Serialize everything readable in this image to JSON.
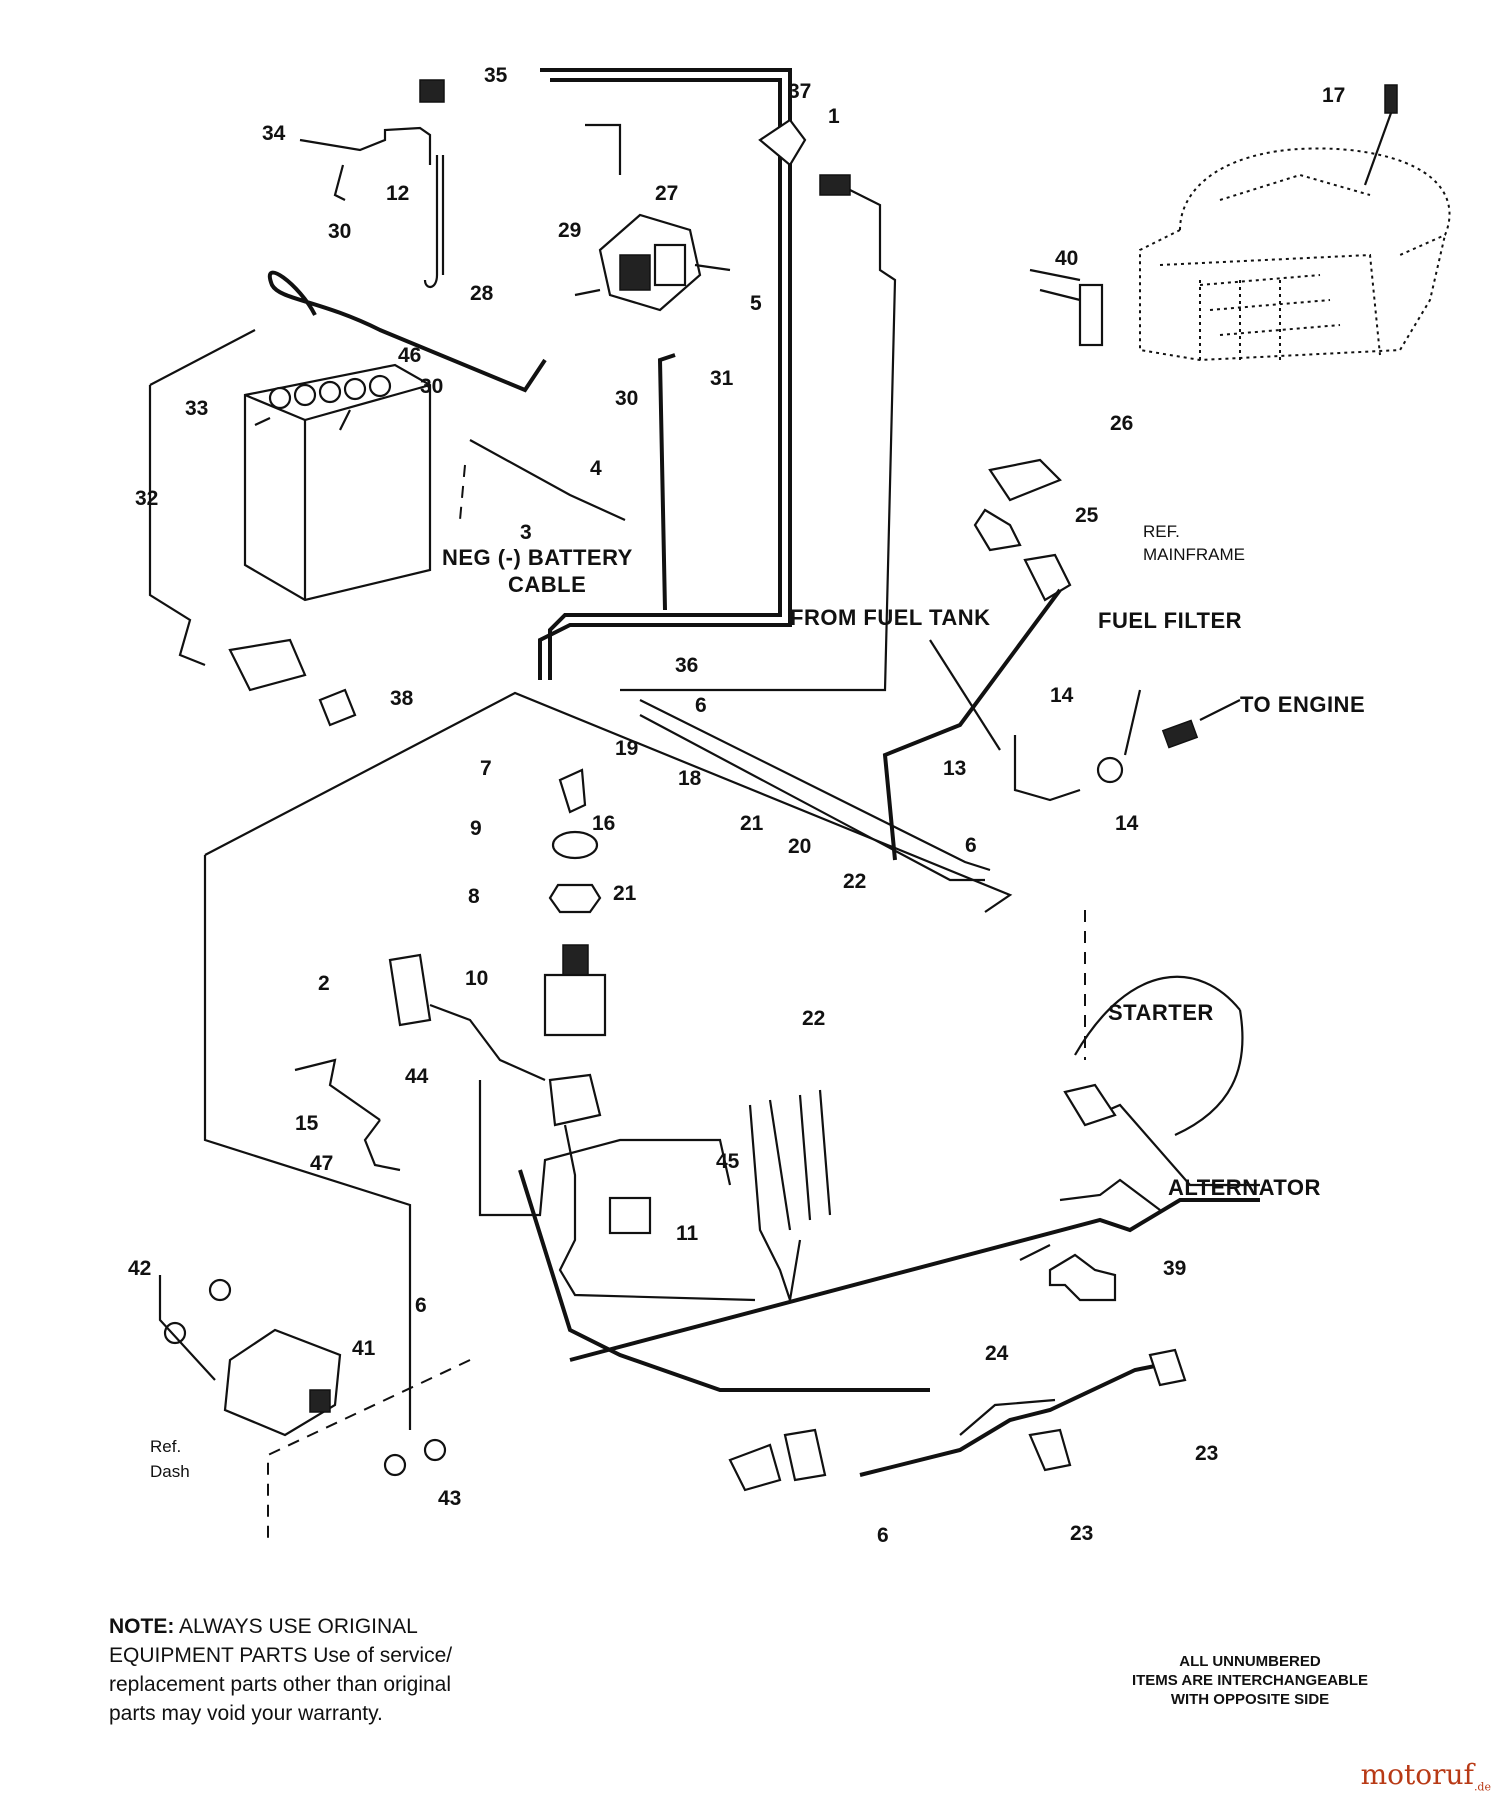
{
  "callouts": {
    "c35": "35",
    "c34": "34",
    "c12": "12",
    "c30a": "30",
    "c46": "46",
    "c28": "28",
    "c29": "29",
    "c27": "27",
    "c5": "5",
    "c31": "31",
    "c30b": "30",
    "c30c": "30",
    "c33": "33",
    "c32": "32",
    "c4": "4",
    "c3": "3",
    "c37": "37",
    "c1": "1",
    "c17": "17",
    "c40": "40",
    "c26": "26",
    "c25": "25",
    "c36": "36",
    "c6a": "6",
    "c38": "38",
    "c7": "7",
    "c19": "19",
    "c18": "18",
    "c16": "16",
    "c21a": "21",
    "c21b": "21",
    "c9": "9",
    "c8": "8",
    "c20": "20",
    "c22a": "22",
    "c22b": "22",
    "c6b": "6",
    "c14a": "14",
    "c14b": "14",
    "c13": "13",
    "c10": "10",
    "c2": "2",
    "c44": "44",
    "c15": "15",
    "c47": "47",
    "c45": "45",
    "c11": "11",
    "c39": "39",
    "c42": "42",
    "c6c": "6",
    "c41": "41",
    "c43": "43",
    "c24": "24",
    "c23a": "23",
    "c23b": "23",
    "c6d": "6"
  },
  "labels": {
    "neg_battery_line1": "NEG (-) BATTERY",
    "neg_battery_line2": "CABLE",
    "ref_mainframe_line1": "REF.",
    "ref_mainframe_line2": "MAINFRAME",
    "from_fuel_tank": "FROM FUEL TANK",
    "fuel_filter": "FUEL FILTER",
    "to_engine": "TO ENGINE",
    "starter": "STARTER",
    "alternator": "ALTERNATOR",
    "ref_dash_line1": "Ref.",
    "ref_dash_line2": "Dash"
  },
  "note": {
    "heading": "NOTE:",
    "line1_rest": " ALWAYS USE ORIGINAL",
    "line2": "EQUIPMENT PARTS Use of service/",
    "line3": "replacement parts other than original",
    "line4": "parts may void your warranty."
  },
  "note2": {
    "line1": "ALL UNNUMBERED",
    "line2": "ITEMS ARE INTERCHANGEABLE",
    "line3": "WITH OPPOSITE SIDE"
  },
  "watermark": {
    "name": "motoruf",
    "suffix": ".de",
    "color": "#b83a16"
  }
}
